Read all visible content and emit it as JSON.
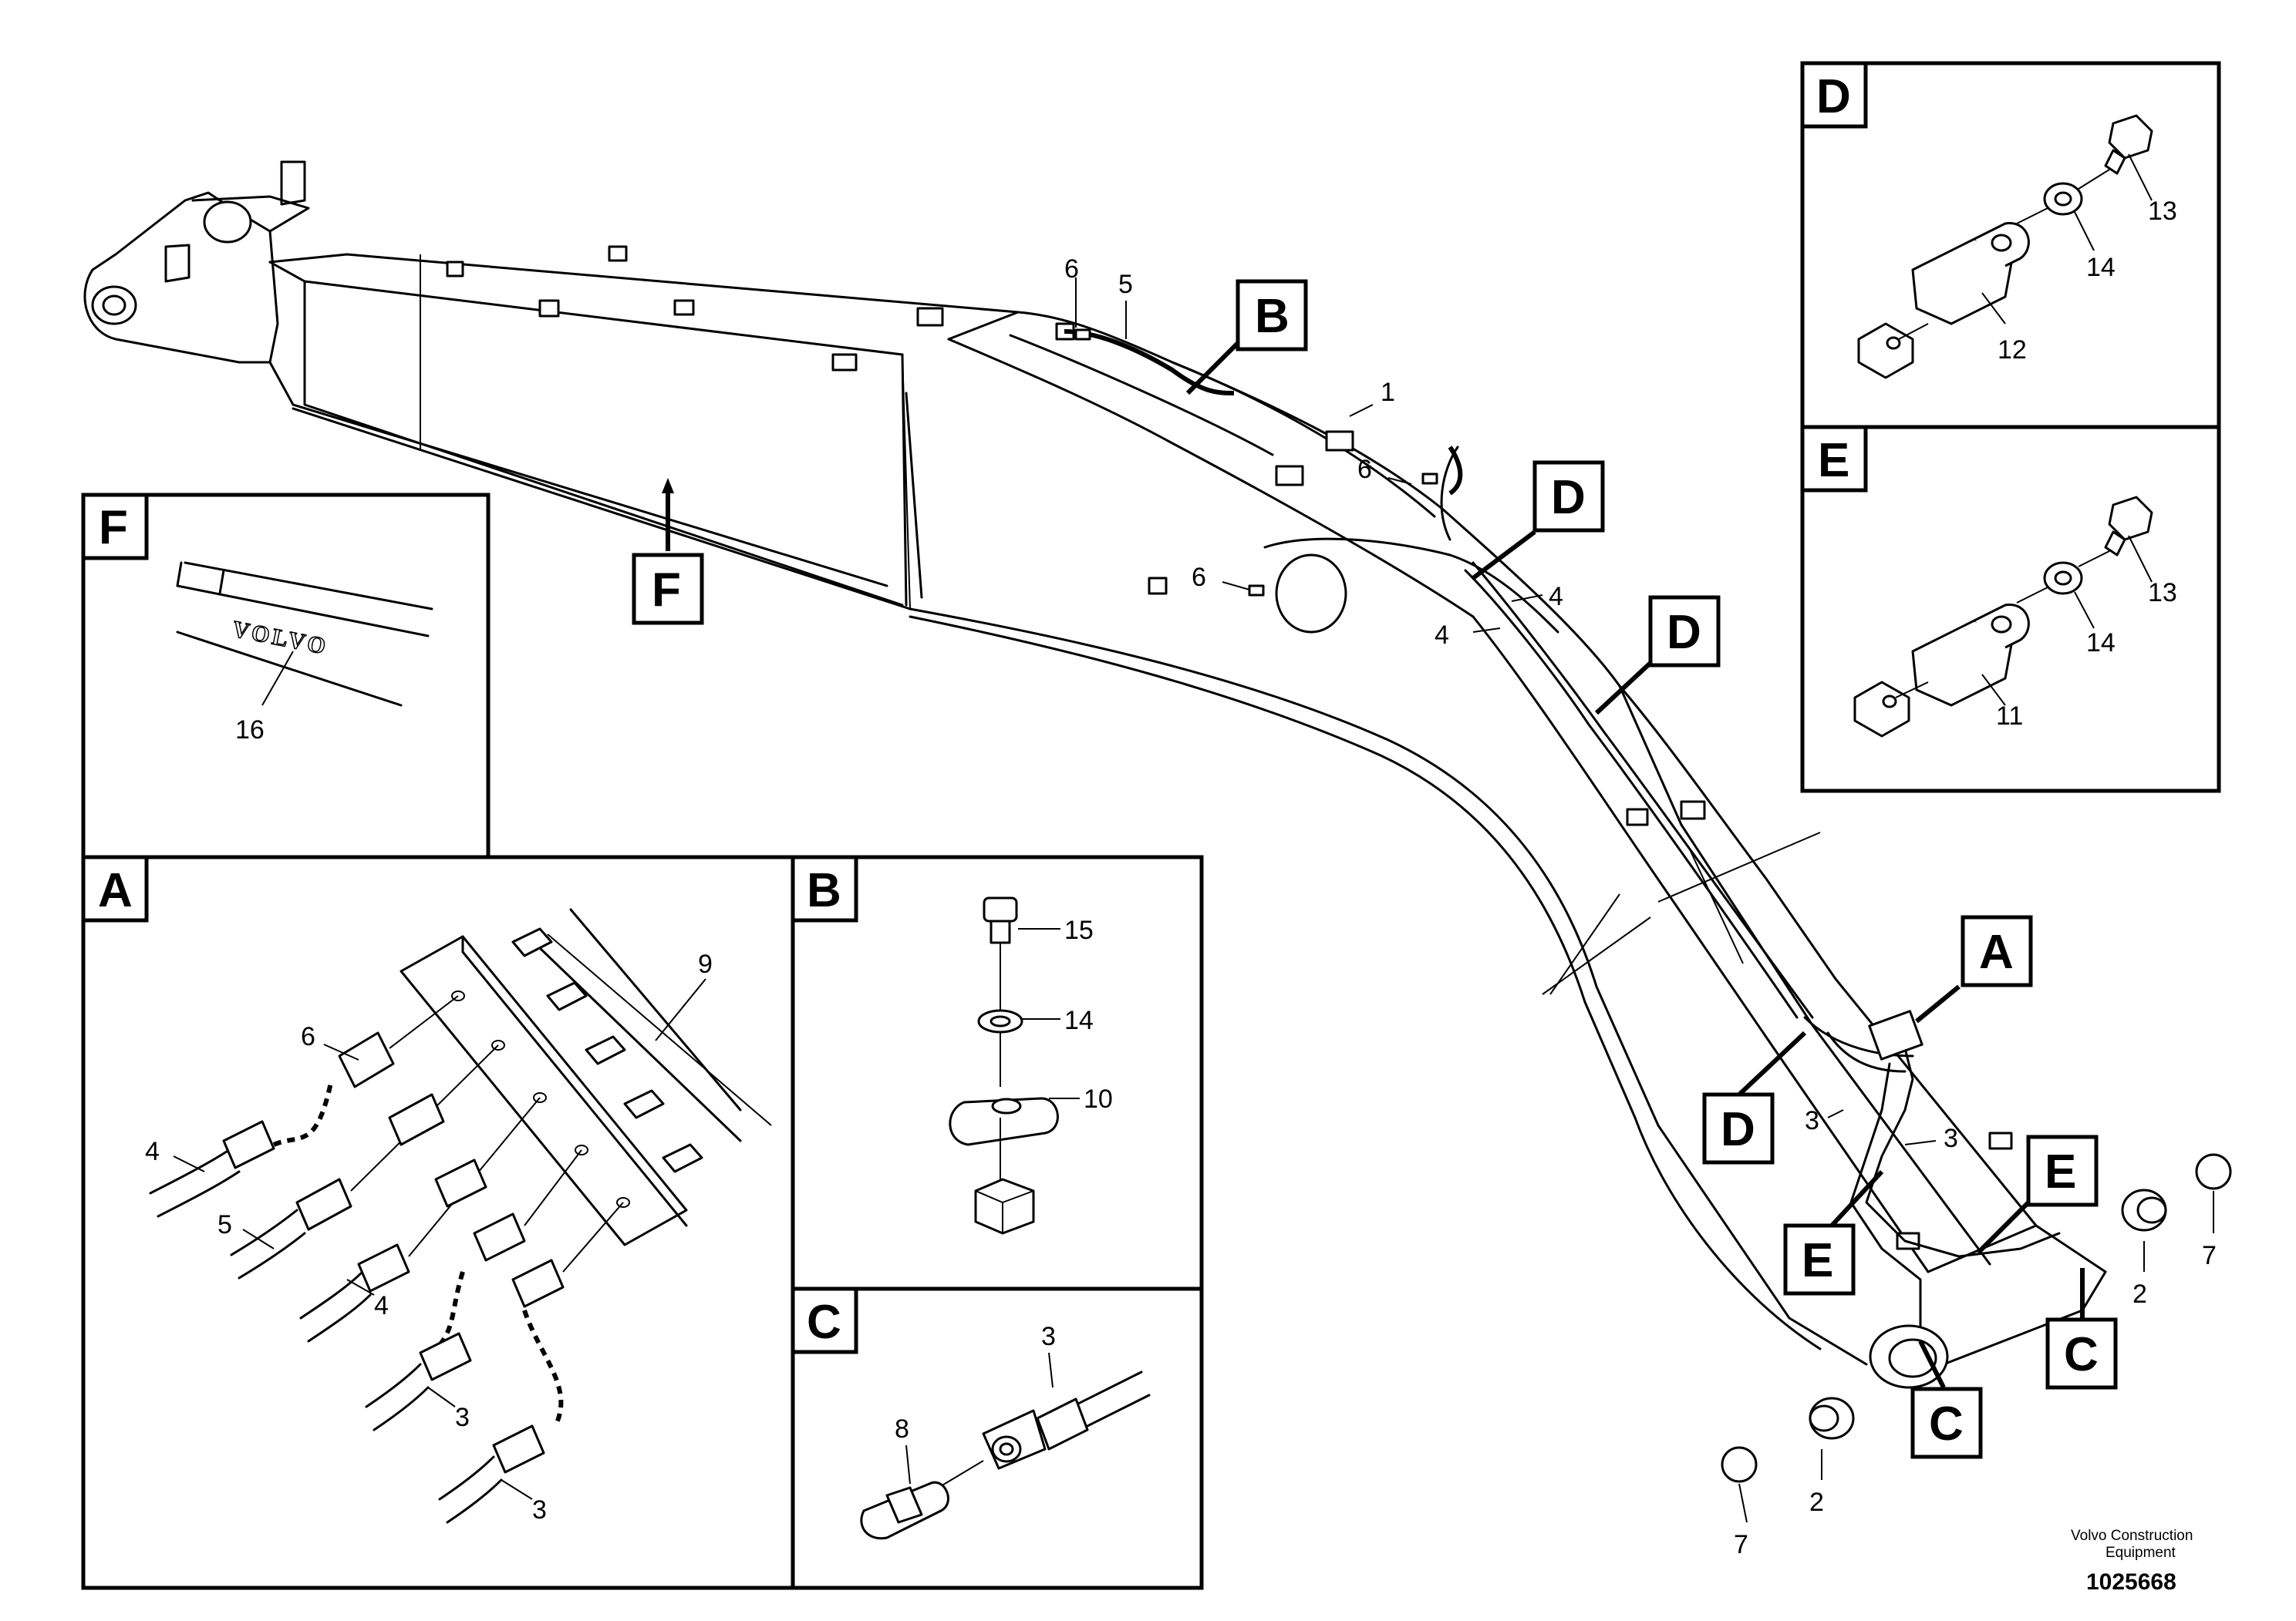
{
  "callouts": {
    "main": [
      "1",
      "2",
      "2",
      "3",
      "3",
      "4",
      "4",
      "5",
      "6",
      "6",
      "6",
      "7",
      "7"
    ],
    "detail_a": [
      "3",
      "3",
      "4",
      "4",
      "5",
      "6",
      "9"
    ],
    "detail_b": [
      "15",
      "14",
      "10"
    ],
    "detail_c": [
      "3",
      "8"
    ],
    "detail_d": [
      "13",
      "14",
      "12"
    ],
    "detail_e": [
      "13",
      "14",
      "11"
    ],
    "detail_f": [
      "16"
    ]
  },
  "view_tags": {
    "main": [
      "A",
      "B",
      "C",
      "C",
      "D",
      "D",
      "D",
      "E",
      "E",
      "F"
    ],
    "panels": [
      "A",
      "B",
      "C",
      "D",
      "E",
      "F"
    ]
  },
  "decal_text": "VOLVO",
  "footer": {
    "brand_line1": "Volvo Construction",
    "brand_line2": "Equipment",
    "doc_number": "1025668"
  }
}
